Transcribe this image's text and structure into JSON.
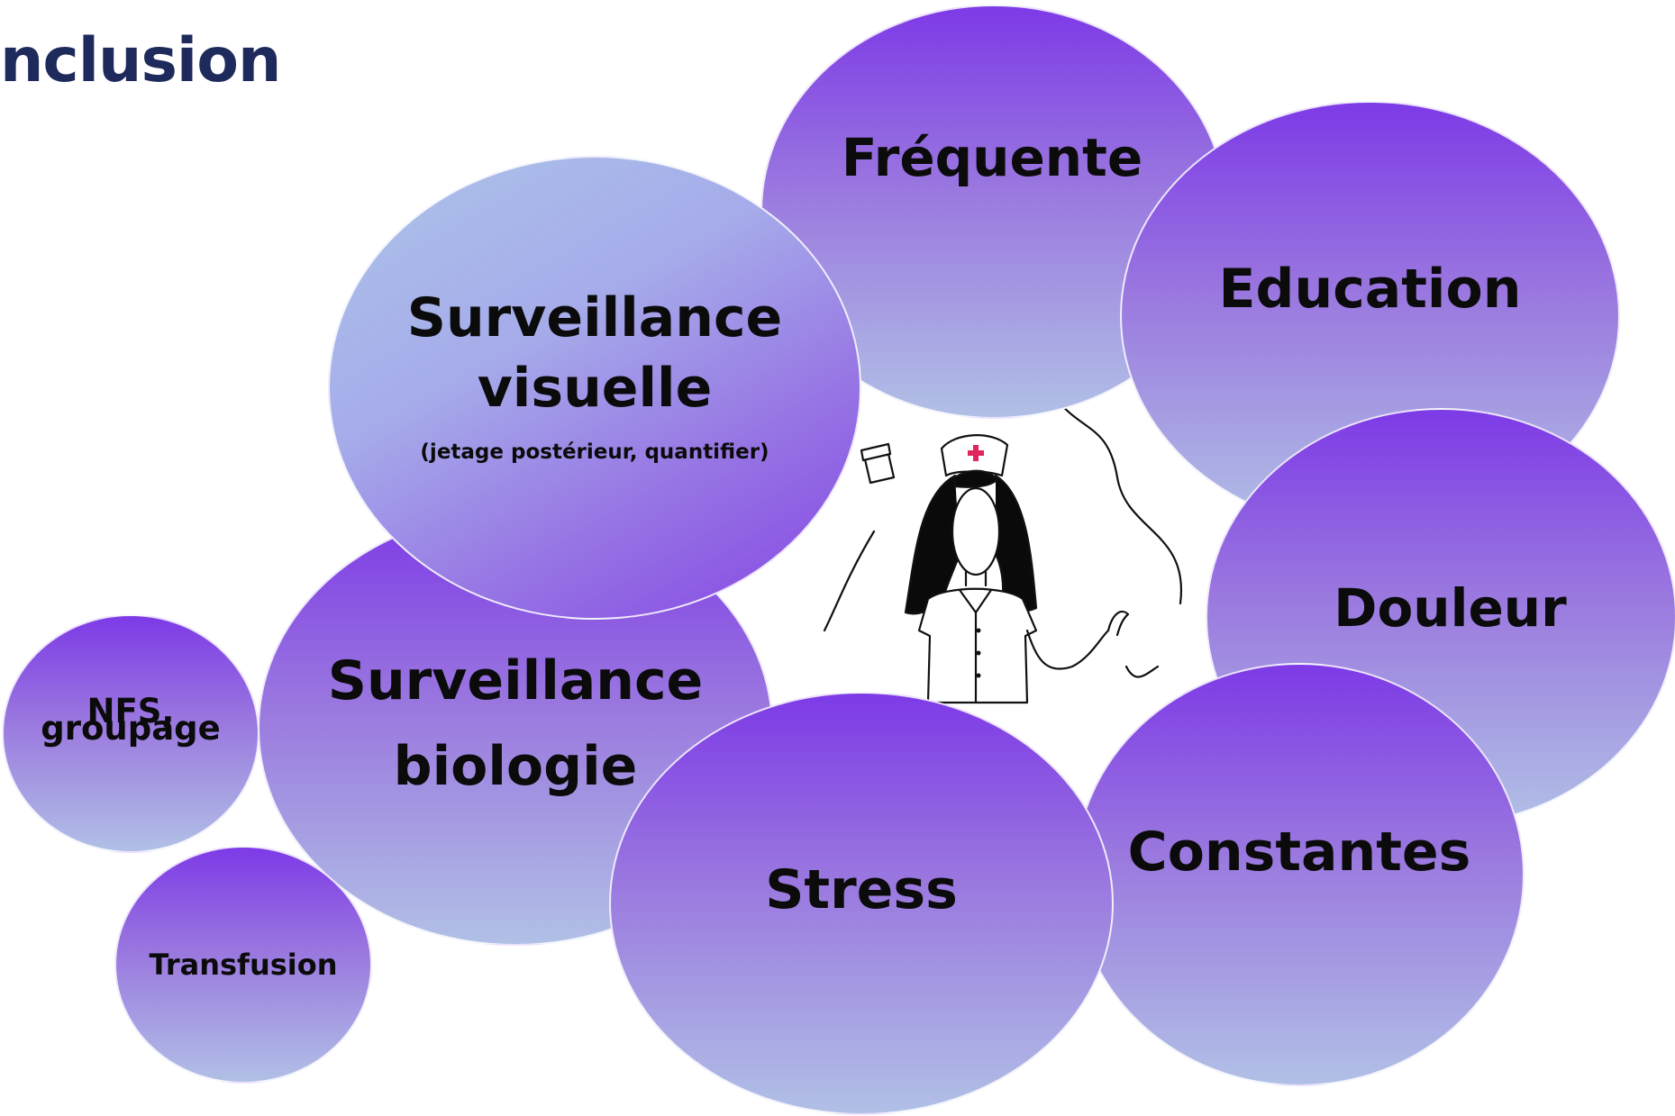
{
  "title": "nclusion",
  "bubbles": {
    "frequente": "Fréquente",
    "education": "Education",
    "douleur": "Douleur",
    "constantes": "Constantes",
    "stress": "Stress",
    "surveillance_biologie": [
      "Surveillance",
      "biologie"
    ],
    "surveillance_visuelle": [
      "Surveillance",
      "visuelle"
    ],
    "surveillance_visuelle_note": "(jetage postérieur, quantifier)",
    "nfs": [
      "NFS,",
      "groupage"
    ],
    "transfusion": "Transfusion"
  },
  "colors": {
    "title": "#1f2a5c",
    "bubble_top": "#7d3ae6",
    "bubble_bottom": "#b1c0e6",
    "accent_red": "#e0245e"
  },
  "illustration": "nurse-illustration"
}
